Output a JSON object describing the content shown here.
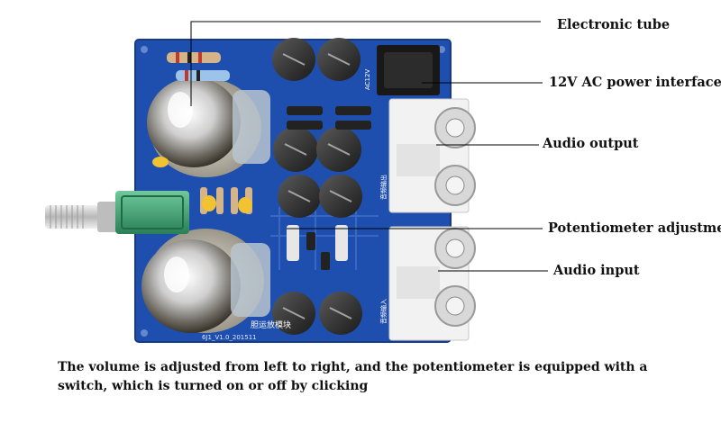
{
  "callouts": {
    "electronic_tube": "Electronic tube",
    "power_interface": "12V AC power interface",
    "audio_output": "Audio output",
    "potentiometer": "Potentiometer adjustment",
    "audio_input": "Audio input"
  },
  "caption": "The volume is adjusted from left to right, and the potentiometer is equipped with a switch, which is turned on or off by clicking",
  "board_silkscreen": {
    "module_title": "胆运放模块",
    "version": "6J1_V1.0_201511",
    "power_jack": "AC12V",
    "output_jack": "音频输出",
    "input_jack": "音频输入"
  },
  "colors": {
    "pcb": "#1f4fae",
    "jack_body": "#f2f2f2",
    "pot_body": "#3aa373",
    "capacitor": "#2a2a2a"
  }
}
